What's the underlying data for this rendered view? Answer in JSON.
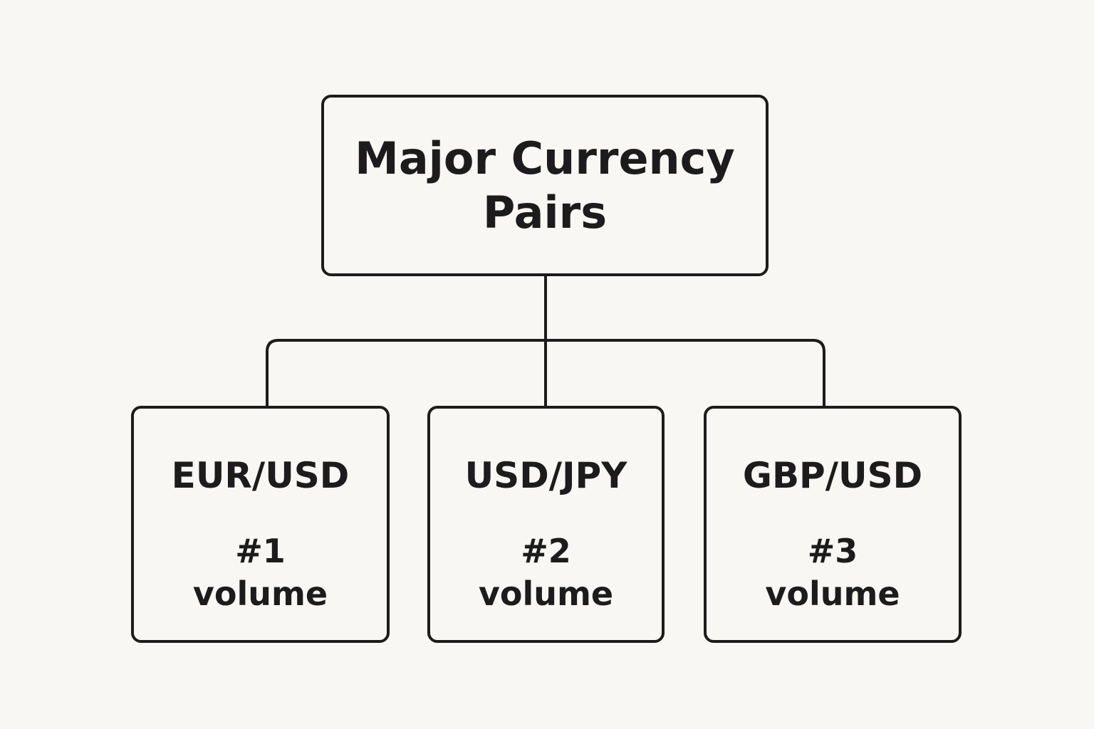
{
  "root": {
    "title_line1": "Major Currency",
    "title_line2": "Pairs"
  },
  "children": [
    {
      "pair": "EUR/USD",
      "rank": "#1",
      "metric": "volume"
    },
    {
      "pair": "USD/JPY",
      "rank": "#2",
      "metric": "volume"
    },
    {
      "pair": "GBP/USD",
      "rank": "#3",
      "metric": "volume"
    }
  ],
  "colors": {
    "background": "#f8f7f3",
    "stroke": "#1c1c1c",
    "text": "#1c1c1c"
  }
}
